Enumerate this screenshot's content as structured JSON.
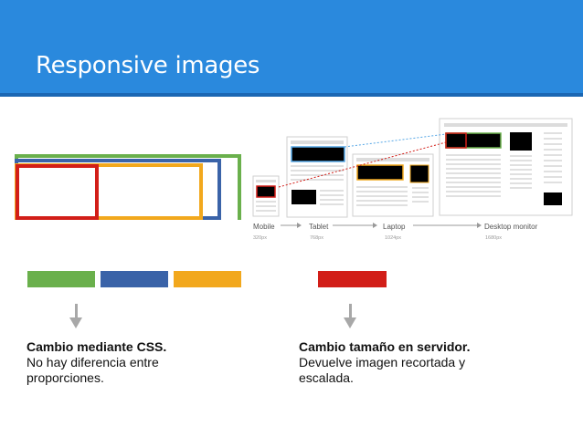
{
  "slide": {
    "title": "Responsive images",
    "colors": {
      "header": "#2a89dd",
      "header_band": "#1b67b3",
      "green": "#6ab04c",
      "blue": "#3a63a8",
      "yellow": "#f2a81d",
      "red": "#d21e18",
      "arrow": "#a8a8a8"
    }
  },
  "left_caption": {
    "heading": "Cambio mediante CSS.",
    "line1": "No hay diferencia entre",
    "line2": "proporciones."
  },
  "right_caption": {
    "heading": "Cambio tamaño en servidor.",
    "line1": "Devuelve imagen recortada y",
    "line2": "escalada."
  },
  "devices": {
    "mobile": {
      "label": "Mobile",
      "size": "320px"
    },
    "tablet": {
      "label": "Tablet",
      "size": "768px"
    },
    "laptop": {
      "label": "Laptop",
      "size": "1024px"
    },
    "desktop": {
      "label": "Desktop monitor",
      "size": "1680px"
    }
  }
}
